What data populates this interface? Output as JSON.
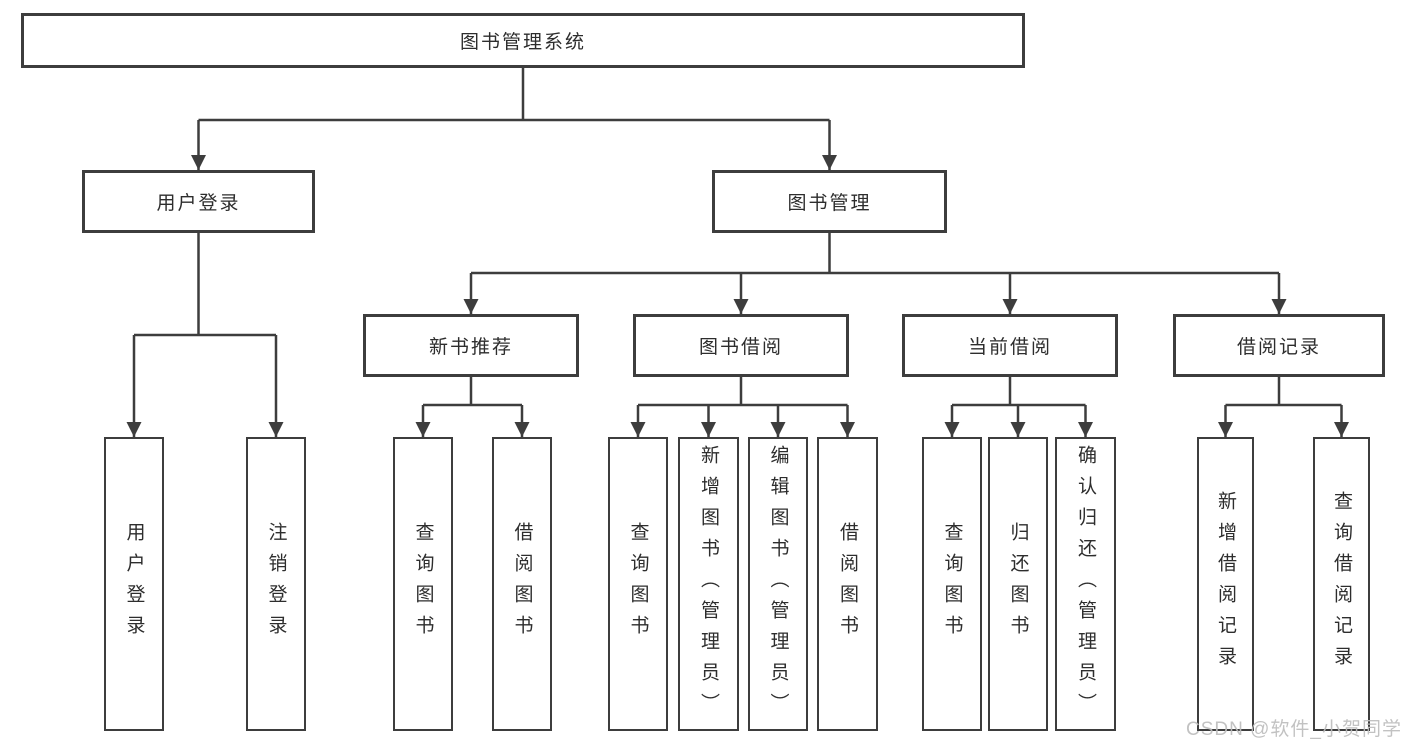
{
  "tree": {
    "root": "图书管理系统",
    "children": [
      {
        "label": "用户登录",
        "children": [
          "用户登录",
          "注销登录"
        ]
      },
      {
        "label": "图书管理",
        "children": [
          {
            "label": "新书推荐",
            "children": [
              "查询图书",
              "借阅图书"
            ]
          },
          {
            "label": "图书借阅",
            "children": [
              "查询图书",
              "新增图书（管理员）",
              "编辑图书（管理员）",
              "借阅图书"
            ]
          },
          {
            "label": "当前借阅",
            "children": [
              "查询图书",
              "归还图书",
              "确认归还（管理员）"
            ]
          },
          {
            "label": "借阅记录",
            "children": [
              "新增借阅记录",
              "查询借阅记录"
            ]
          }
        ]
      }
    ]
  },
  "watermark": {
    "text": "CSDN @软件_小贺同学",
    "color": "#bdbdbd"
  },
  "style": {
    "line_color": "#3d3d3d",
    "text_color": "#2d2d2d",
    "box_fill": "#ffffff",
    "background": "#ffffff"
  }
}
